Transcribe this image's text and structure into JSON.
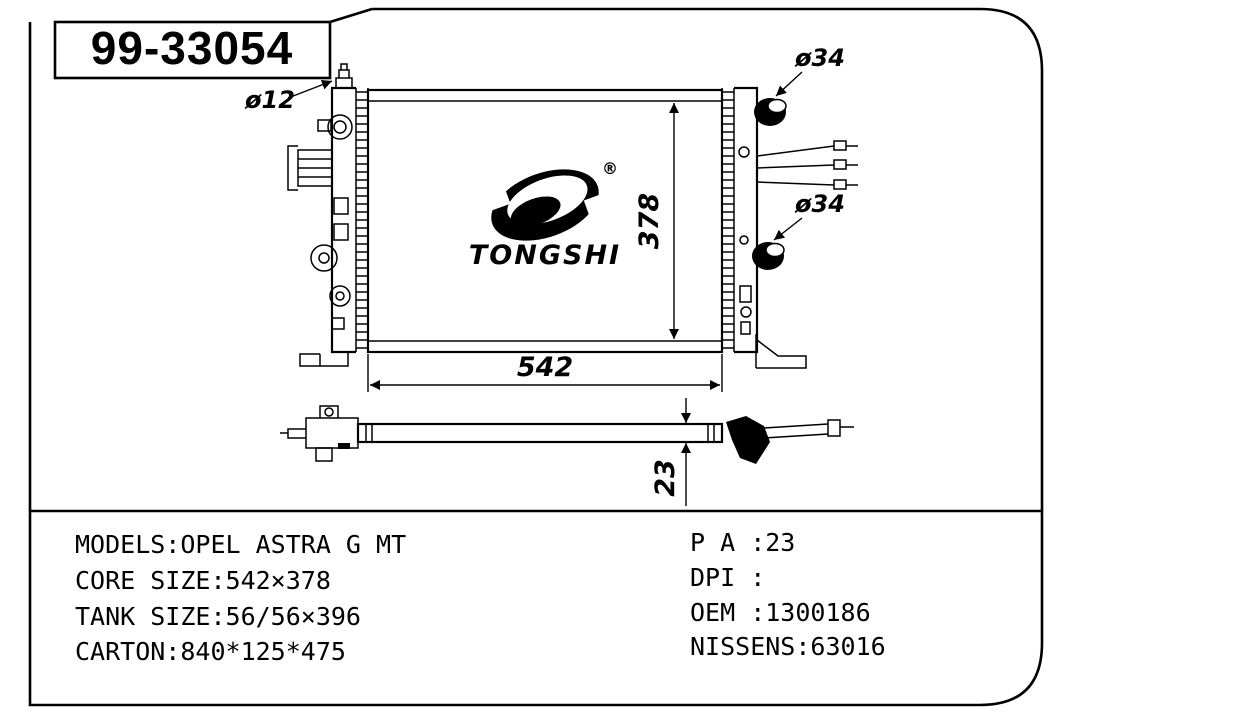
{
  "sheet": {
    "part_number": "99-33054",
    "logo": {
      "text": "TONGSHI",
      "registered": "®"
    },
    "front_view": {
      "bleed_fitting_dia": "ø12",
      "inlet_top_dia": "ø34",
      "inlet_bottom_dia": "ø34",
      "core_height": "378",
      "core_width": "542"
    },
    "side_view": {
      "thickness": "23"
    },
    "specs": {
      "left": [
        "MODELS:OPEL ASTRA G  MT",
        "CORE SIZE:542×378",
        "TANK SIZE:56/56×396",
        "CARTON:840*125*475"
      ],
      "right": [
        "P A :23",
        "DPI :",
        "OEM :1300186",
        "NISSENS:63016"
      ]
    }
  }
}
